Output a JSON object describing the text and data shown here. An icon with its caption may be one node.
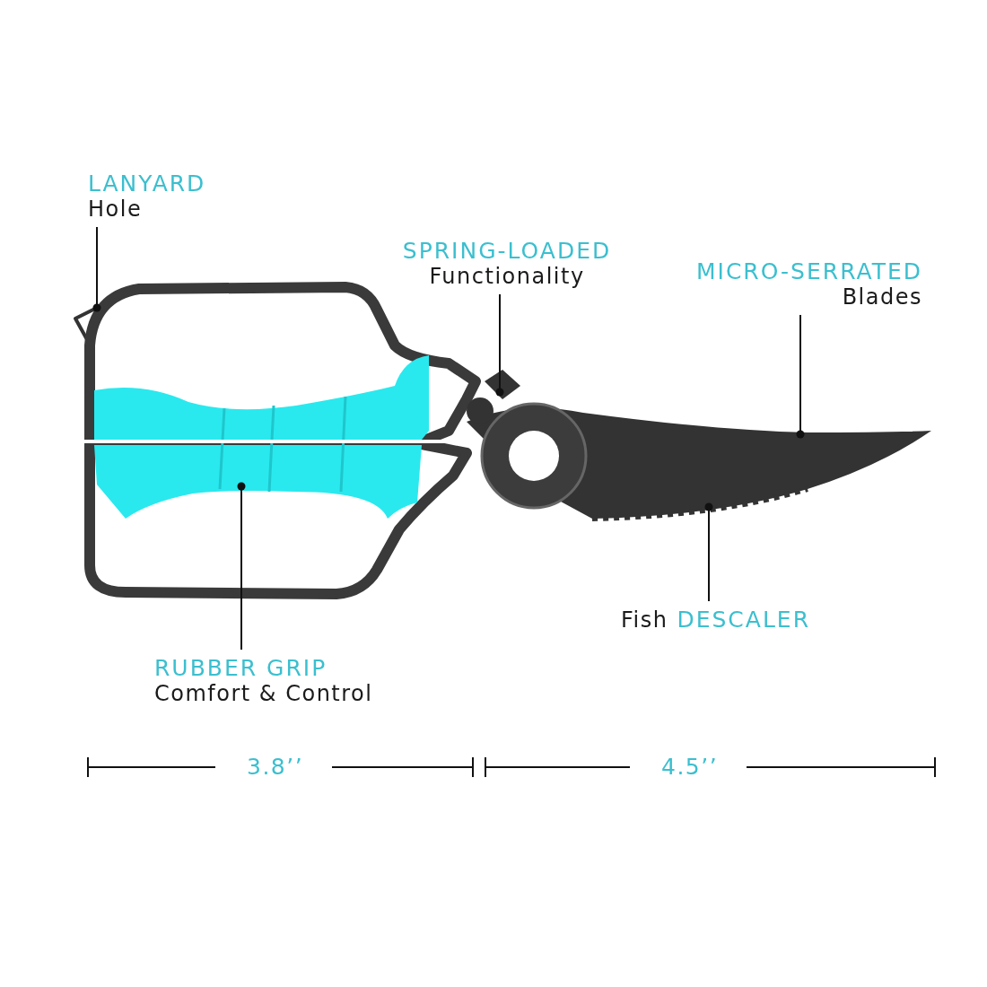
{
  "diagram": {
    "nodes": [
      {
        "text": [
          "LANYARD",
          "Hole"
        ]
      },
      {
        "text": [
          "SPRING-LOADED",
          "Functionality"
        ]
      },
      {
        "text": [
          "MICRO-SERRATED",
          "Blades"
        ]
      },
      {
        "text": [
          "Fish",
          "DESCALER"
        ]
      },
      {
        "text": [
          "RUBBER GRIP",
          "Comfort & Control"
        ]
      }
    ],
    "edges": [
      {
        "from": 0,
        "to": null,
        "arrow": "other"
      },
      {
        "from": 1,
        "to": null,
        "arrow": "other"
      },
      {
        "from": 2,
        "to": null,
        "arrow": "other"
      },
      {
        "from": 3,
        "to": null,
        "arrow": "other"
      },
      {
        "from": 4,
        "to": null,
        "arrow": "other"
      }
    ],
    "labels": [
      "3.8’’",
      "4.5’’"
    ]
  }
}
